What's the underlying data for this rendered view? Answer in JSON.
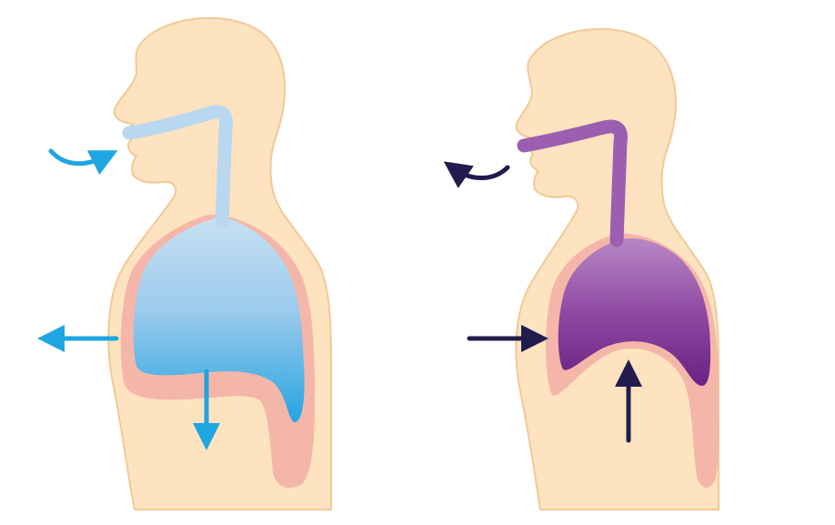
{
  "diagram": {
    "panels": [
      {
        "id": "inhalation",
        "airflow": "in",
        "lung_state": "expanded",
        "diaphragm_motion": "down",
        "chest_motion": "outward",
        "air_color": "#29a9e1"
      },
      {
        "id": "exhalation",
        "airflow": "out",
        "lung_state": "contracted",
        "diaphragm_motion": "up",
        "chest_motion": "inward",
        "air_color": "#7b2e8f"
      }
    ],
    "colors": {
      "skin": "#fde3bf",
      "skin_outline": "#f2c896",
      "pleura": "#f5b6aa",
      "inhale_light": "#b8d9ef",
      "inhale_dark": "#27a6e0",
      "exhale_light": "#b47cc0",
      "exhale_dark": "#6a2183",
      "arrow_inhale": "#1ea6e0",
      "arrow_exhale": "#221c4e"
    },
    "icons": [
      "curved-arrow-icon",
      "straight-arrow-icon"
    ]
  }
}
